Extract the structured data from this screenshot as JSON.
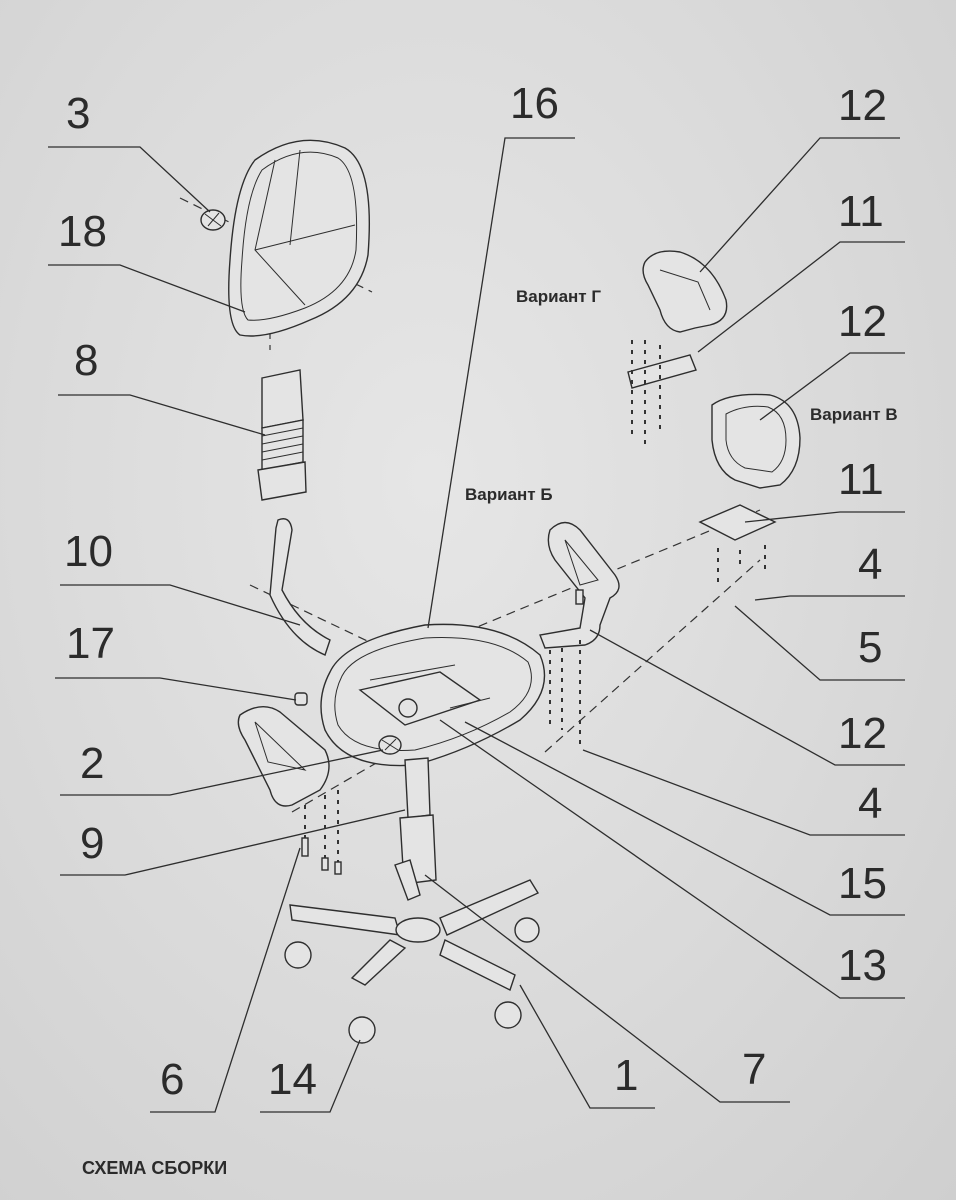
{
  "caption": "СХЕМА СБОРКИ",
  "variants": {
    "g": "Вариант Г",
    "v": "Вариант В",
    "b": "Вариант Б"
  },
  "callouts": {
    "p3": "3",
    "p18": "18",
    "p8": "8",
    "p10": "10",
    "p17": "17",
    "p2": "2",
    "p9": "9",
    "p6": "6",
    "p14": "14",
    "p16": "16",
    "p12a": "12",
    "p11a": "11",
    "p12b": "12",
    "p11b": "11",
    "p4a": "4",
    "p5": "5",
    "p12c": "12",
    "p4b": "4",
    "p15": "15",
    "p13": "13",
    "p1": "1",
    "p7": "7"
  }
}
